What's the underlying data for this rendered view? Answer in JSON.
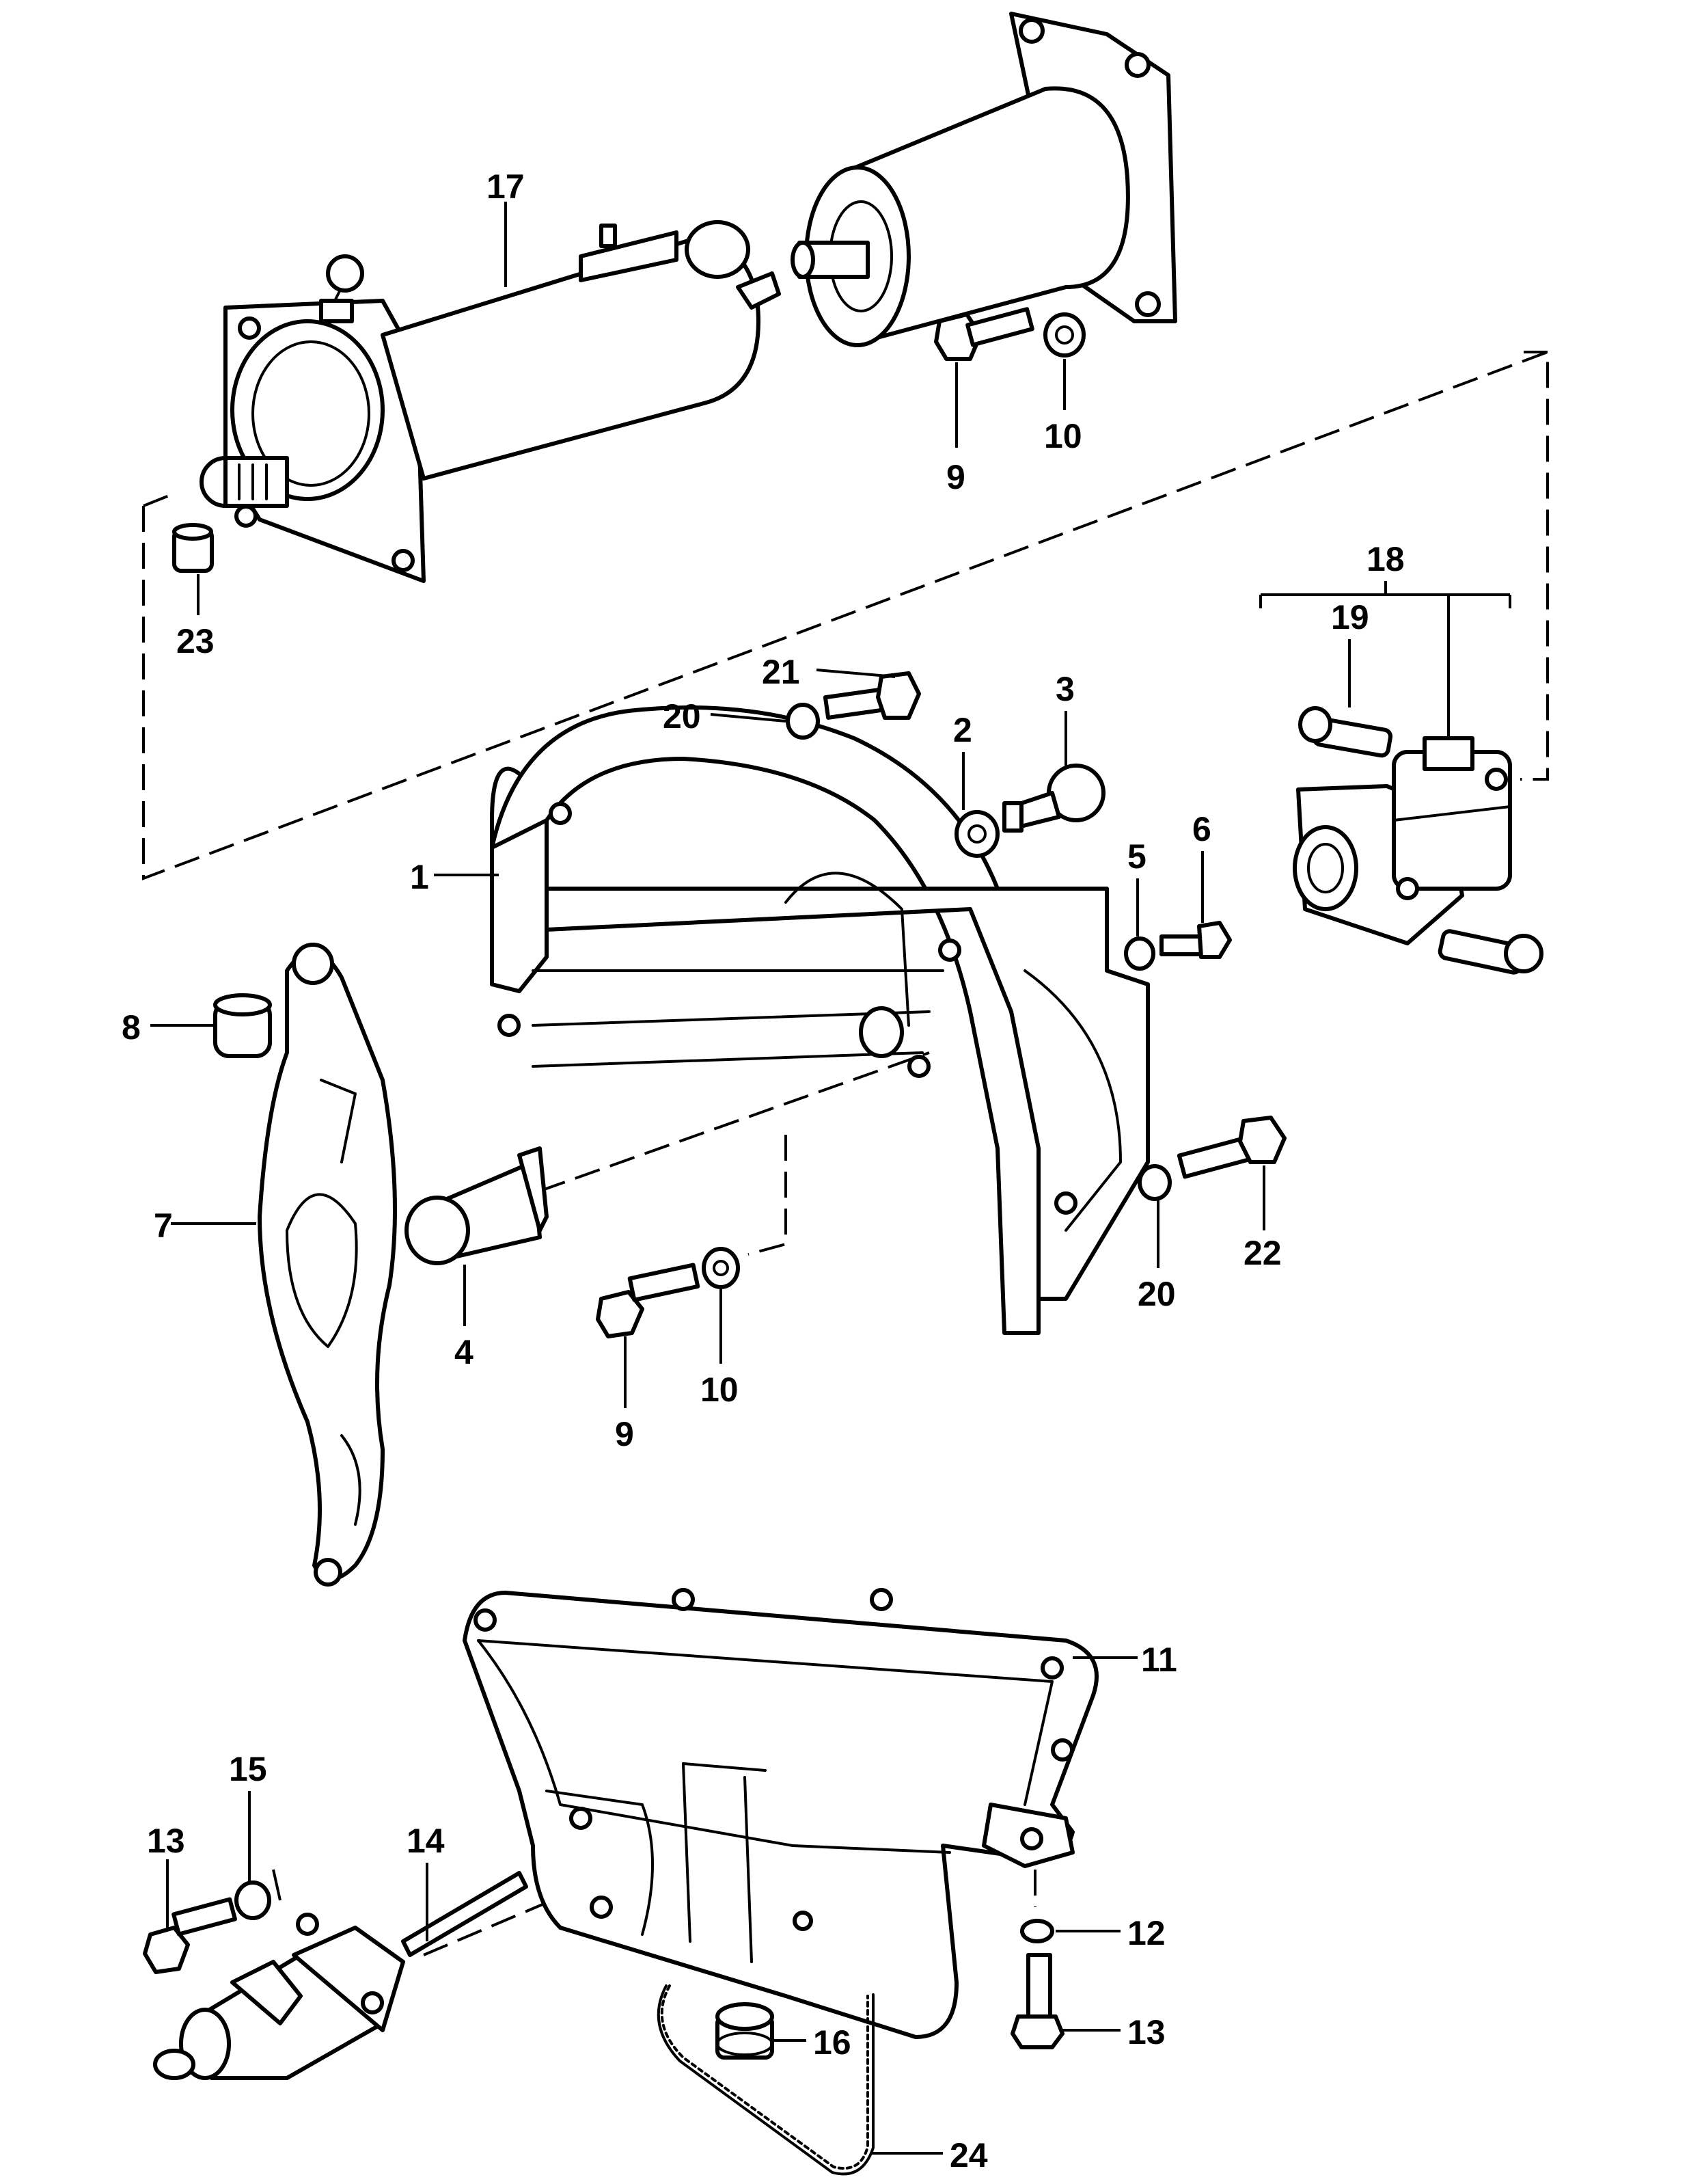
{
  "diagram": {
    "callouts": {
      "c1": "1",
      "c2": "2",
      "c3": "3",
      "c4": "4",
      "c5": "5",
      "c6": "6",
      "c7": "7",
      "c8": "8",
      "c9_top": "9",
      "c9_mid": "9",
      "c10_top": "10",
      "c10_mid": "10",
      "c11": "11",
      "c12": "12",
      "c13_left": "13",
      "c13_right": "13",
      "c14": "14",
      "c15": "15",
      "c16": "16",
      "c17": "17",
      "c18": "18",
      "c19": "19",
      "c20_top": "20",
      "c20_right": "20",
      "c21": "21",
      "c22": "22",
      "c23": "23",
      "c24": "24"
    }
  }
}
